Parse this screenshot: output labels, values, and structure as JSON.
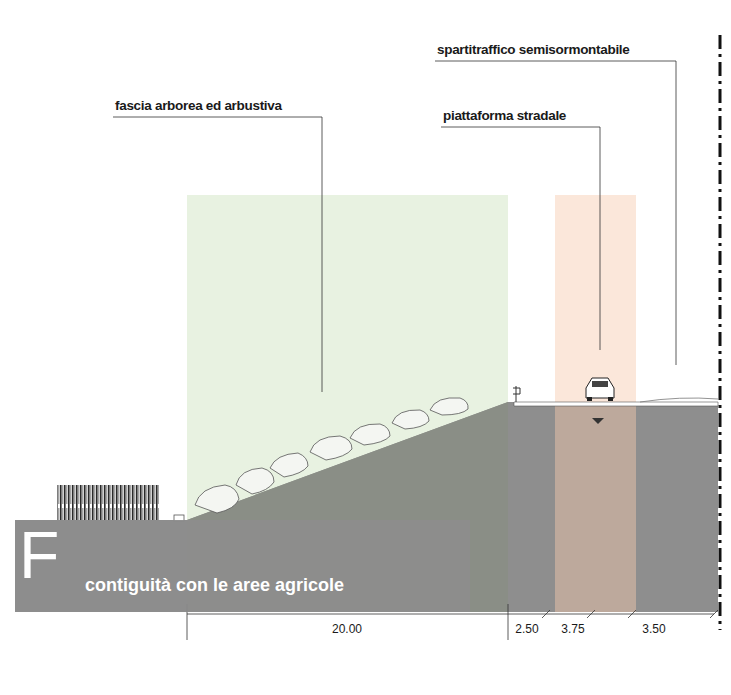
{
  "diagram": {
    "nodes": [
      {
        "text": [
          "F",
          "contiguità con le aree agricole"
        ]
      }
    ],
    "labels": [
      "spartitraffico semisormontabile",
      "fascia arborea ed arbustiva",
      "piattaforma stradale",
      "20.00",
      "2.50",
      "3.75",
      "3.50"
    ]
  }
}
